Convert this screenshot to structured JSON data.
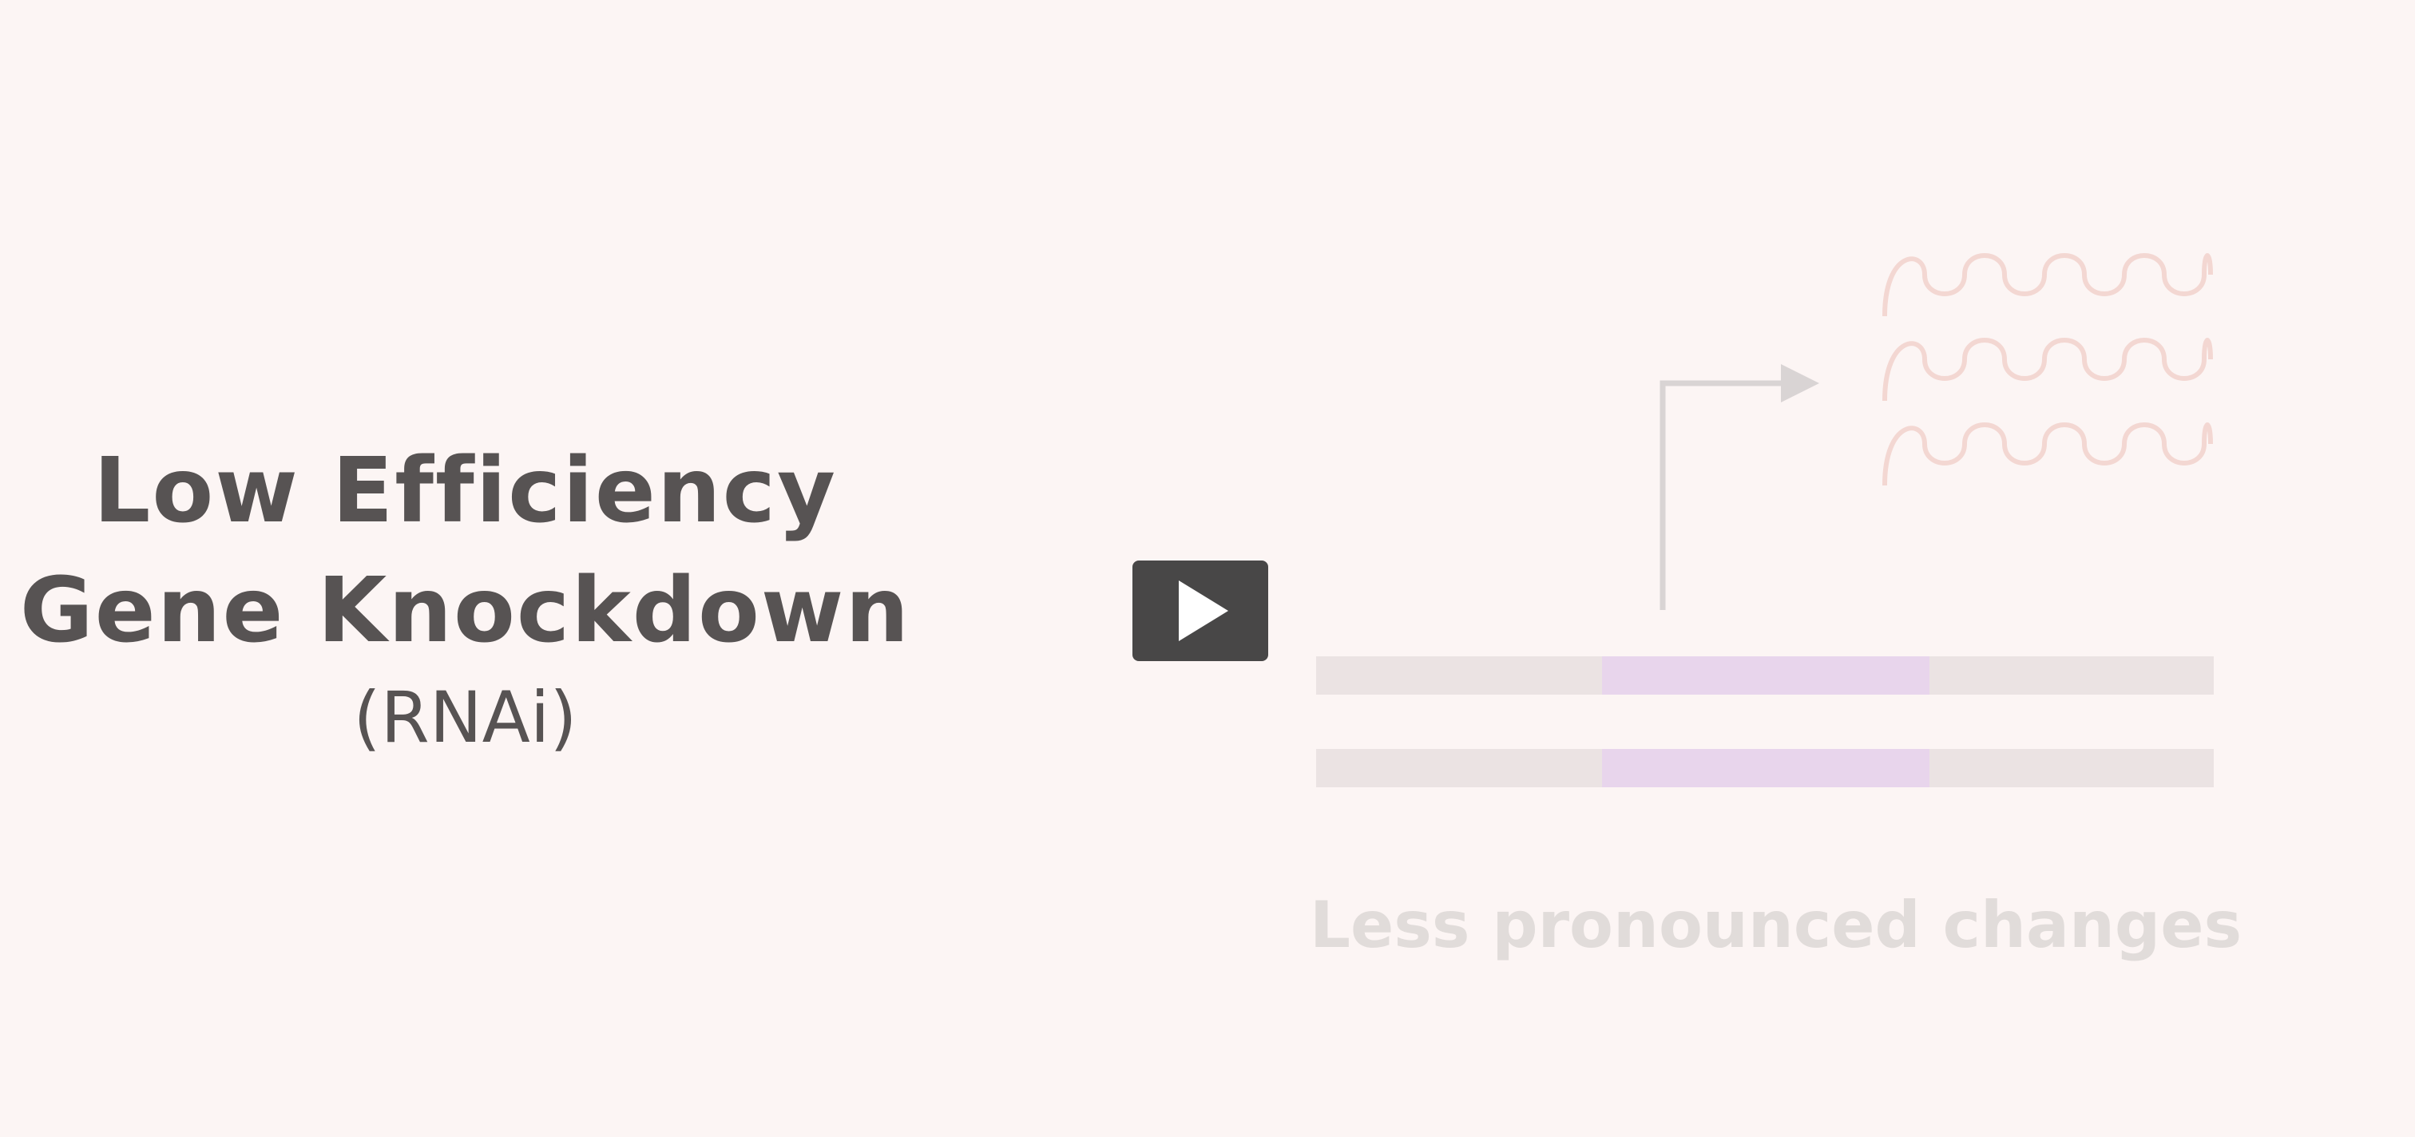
{
  "slide": {
    "title_line_1": "Low Efficiency",
    "title_line_2": "Gene Knockdown",
    "subtitle": "(RNAi)",
    "caption": "Less pronounced changes"
  },
  "player": {
    "play_button_icon": "play-icon"
  },
  "colors": {
    "background": "#fcf5f4",
    "title_text": "#575353",
    "play_button": "#484747",
    "caption_text": "#e1dcda",
    "dna_strand": "#ebe3e3",
    "dna_target_region": "#e8d5ec",
    "arrow": "#d9d4d4",
    "mrna_wave": "#f3d7d2"
  }
}
